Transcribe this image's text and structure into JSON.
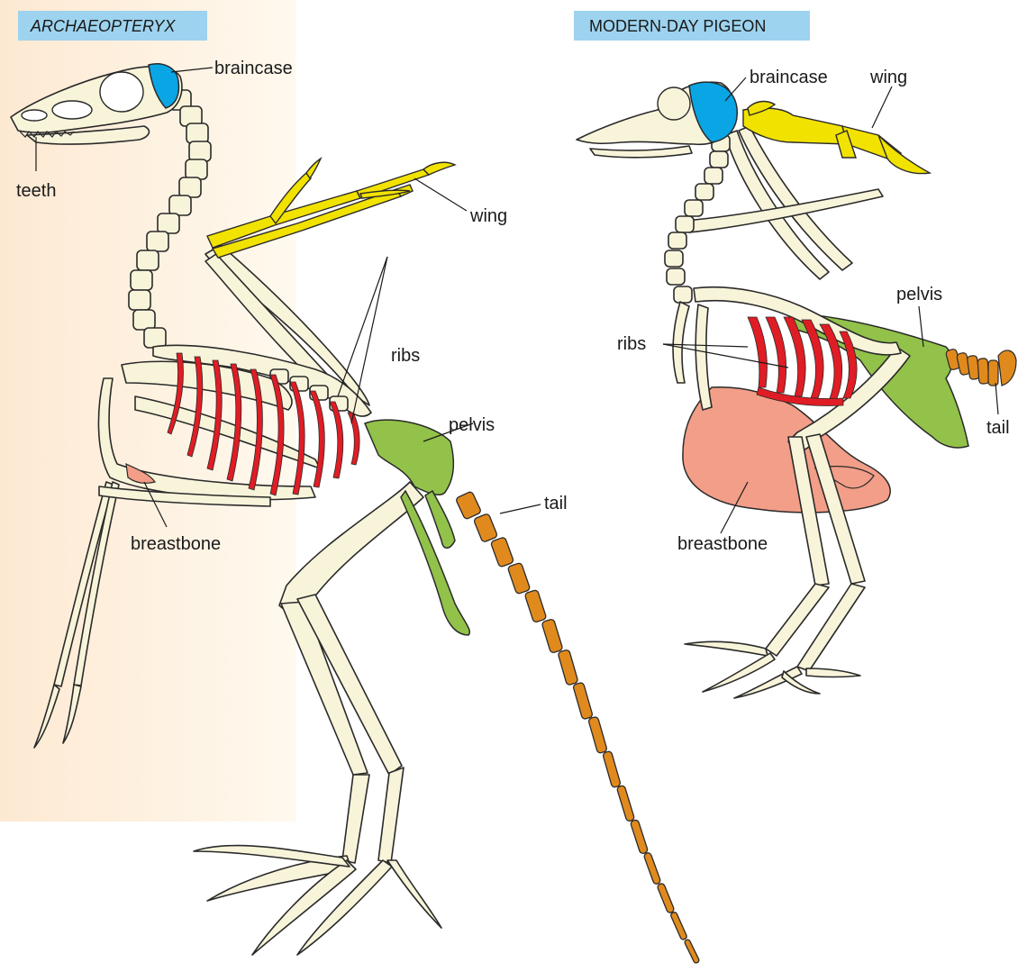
{
  "panels": {
    "left_title": "ARCHAEOPTERYX",
    "right_title": "MODERN-DAY PIGEON"
  },
  "archaeopteryx_labels": {
    "braincase": "braincase",
    "teeth": "teeth",
    "wing": "wing",
    "ribs": "ribs",
    "pelvis": "pelvis",
    "tail": "tail",
    "breastbone": "breastbone"
  },
  "pigeon_labels": {
    "braincase": "braincase",
    "wing": "wing",
    "pelvis": "pelvis",
    "ribs": "ribs",
    "tail": "tail",
    "breastbone": "breastbone"
  },
  "colors": {
    "title_box": "#9dd3ef",
    "left_background": "#fdf1e0",
    "bone": "#f8f4da",
    "braincase": "#0aa5e4",
    "wing": "#f2e200",
    "ribs": "#e01c24",
    "pelvis": "#92c24a",
    "tail": "#e08a1e",
    "breastbone": "#f29e88"
  }
}
